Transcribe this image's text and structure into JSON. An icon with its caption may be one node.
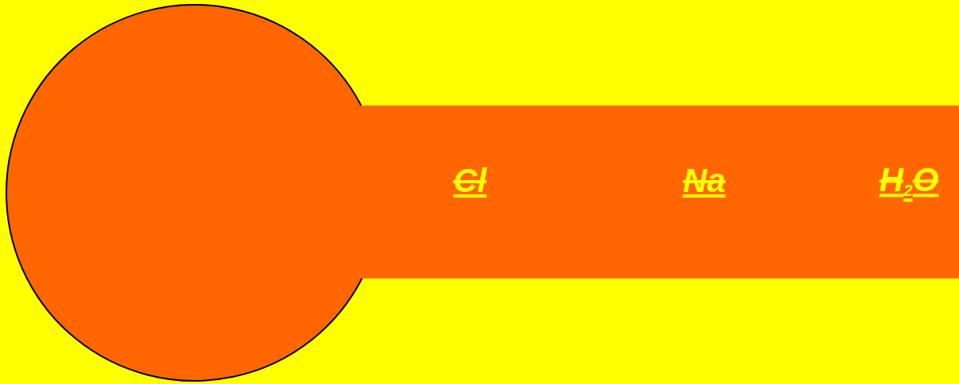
{
  "diagram": {
    "nodes": [
      {
        "text": [],
        "shape": "circle"
      },
      {
        "text": [
          "Cl",
          "Na",
          "H$_{2}$O"
        ]
      }
    ]
  }
}
